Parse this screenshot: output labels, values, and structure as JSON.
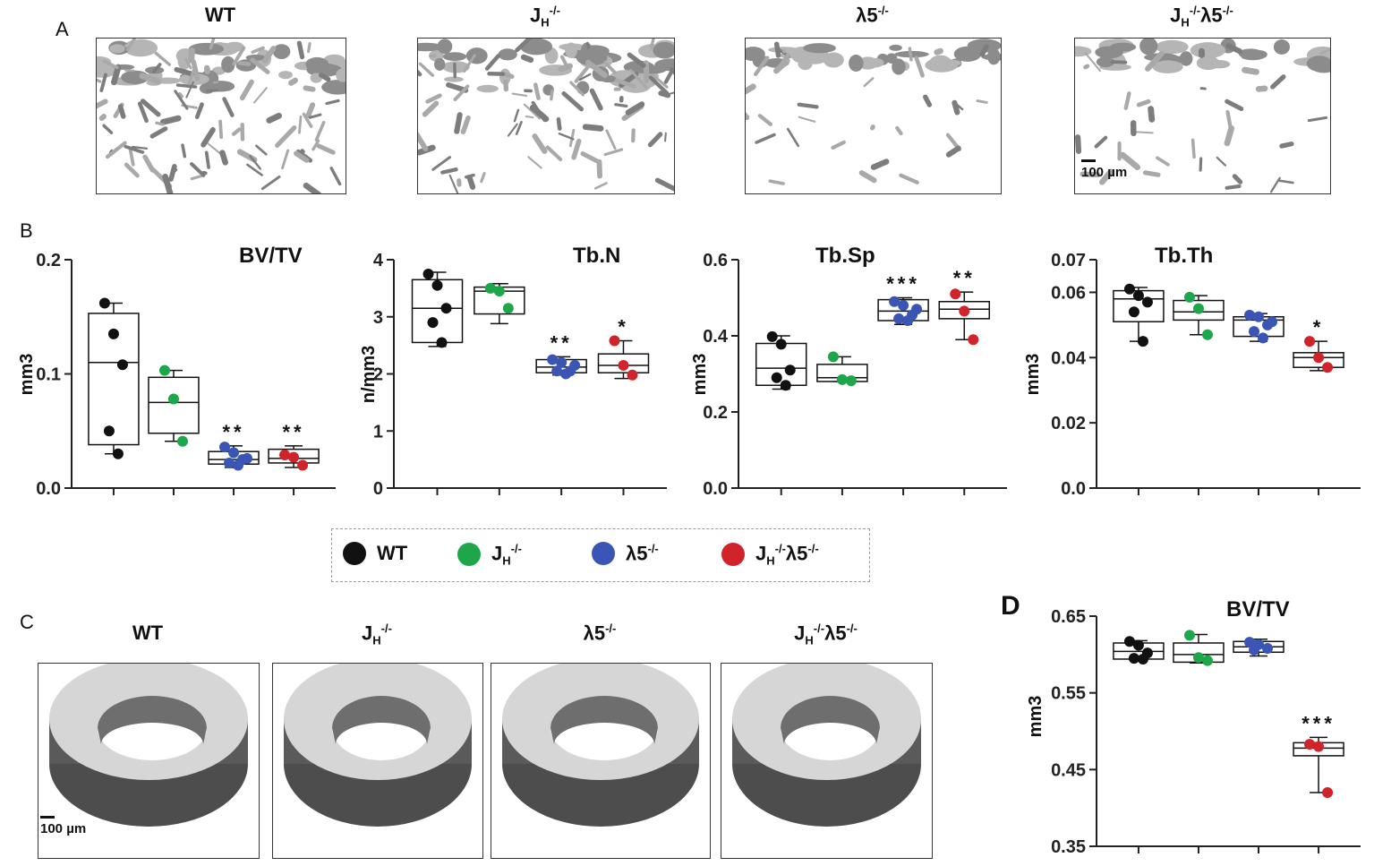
{
  "panels": {
    "A": "A",
    "B": "B",
    "C": "C",
    "D": "D"
  },
  "groups": [
    {
      "key": "WT",
      "base": "WT",
      "sub": "",
      "sup": "",
      "tail": "",
      "color": "#111111"
    },
    {
      "key": "JH",
      "base": "J",
      "sub": "H",
      "sup": "-/-",
      "tail": "",
      "color": "#1ea64a"
    },
    {
      "key": "L5",
      "base": "λ5",
      "sub": "",
      "sup": "-/-",
      "tail": "",
      "color": "#3a55b4"
    },
    {
      "key": "JHL5",
      "base": "J",
      "sub": "H",
      "sup": "-/-",
      "tail": "λ5",
      "tail_sup": "-/-",
      "color": "#d0232a"
    }
  ],
  "scale_bar_a": "100 µm",
  "scale_bar_c": "100 µm",
  "chart_data": [
    {
      "type": "box",
      "title": "BV/TV",
      "ylabel": "mm3",
      "ylim": [
        0,
        0.2
      ],
      "yticks": [
        "0.0",
        "0.1",
        "0.2"
      ],
      "ytick_values": [
        0,
        0.1,
        0.2
      ],
      "series": [
        {
          "name": "WT",
          "points": [
            0.162,
            0.135,
            0.108,
            0.05,
            0.03
          ],
          "box": [
            0.038,
            0.11,
            0.153
          ],
          "whisker": [
            0.03,
            0.162
          ],
          "sig": ""
        },
        {
          "name": "JH",
          "points": [
            0.103,
            0.078,
            0.041
          ],
          "box": [
            0.048,
            0.075,
            0.097
          ],
          "whisker": [
            0.041,
            0.103
          ],
          "sig": ""
        },
        {
          "name": "L5",
          "points": [
            0.036,
            0.031,
            0.025,
            0.022,
            0.02,
            0.026
          ],
          "box": [
            0.021,
            0.025,
            0.032
          ],
          "whisker": [
            0.018,
            0.037
          ],
          "sig": "**"
        },
        {
          "name": "JHL5",
          "points": [
            0.029,
            0.027,
            0.02
          ],
          "box": [
            0.022,
            0.026,
            0.034
          ],
          "whisker": [
            0.018,
            0.037
          ],
          "sig": "**"
        }
      ]
    },
    {
      "type": "box",
      "title": "Tb.N",
      "ylabel": "n/mm3",
      "ylim": [
        0,
        4
      ],
      "yticks": [
        "0",
        "1",
        "2",
        "3",
        "4"
      ],
      "ytick_values": [
        0,
        1,
        2,
        3,
        4
      ],
      "series": [
        {
          "name": "WT",
          "points": [
            3.75,
            3.55,
            3.15,
            2.9,
            2.55
          ],
          "box": [
            2.55,
            3.15,
            3.65
          ],
          "whisker": [
            2.48,
            3.78
          ],
          "sig": ""
        },
        {
          "name": "JH",
          "points": [
            3.5,
            3.45,
            3.15
          ],
          "box": [
            3.05,
            3.45,
            3.52
          ],
          "whisker": [
            2.88,
            3.58
          ],
          "sig": ""
        },
        {
          "name": "L5",
          "points": [
            2.25,
            2.2,
            2.05,
            2.05,
            2.0,
            2.15
          ],
          "box": [
            2.02,
            2.12,
            2.25
          ],
          "whisker": [
            1.98,
            2.3
          ],
          "sig": "**"
        },
        {
          "name": "JHL5",
          "points": [
            2.58,
            2.15,
            1.98
          ],
          "box": [
            2.02,
            2.15,
            2.35
          ],
          "whisker": [
            1.92,
            2.58
          ],
          "sig": "*"
        }
      ]
    },
    {
      "type": "box",
      "title": "Tb.Sp",
      "ylabel": "mm3",
      "ylim": [
        0,
        0.6
      ],
      "yticks": [
        "0.0",
        "0.2",
        "0.4",
        "0.6"
      ],
      "ytick_values": [
        0,
        0.2,
        0.4,
        0.6
      ],
      "series": [
        {
          "name": "WT",
          "points": [
            0.398,
            0.378,
            0.31,
            0.29,
            0.27
          ],
          "box": [
            0.27,
            0.315,
            0.38
          ],
          "whisker": [
            0.26,
            0.4
          ],
          "sig": ""
        },
        {
          "name": "JH",
          "points": [
            0.345,
            0.285,
            0.282
          ],
          "box": [
            0.28,
            0.29,
            0.325
          ],
          "whisker": [
            0.28,
            0.345
          ],
          "sig": ""
        },
        {
          "name": "L5",
          "points": [
            0.49,
            0.48,
            0.455,
            0.445,
            0.44,
            0.47
          ],
          "box": [
            0.44,
            0.465,
            0.495
          ],
          "whisker": [
            0.43,
            0.5
          ],
          "sig": "***"
        },
        {
          "name": "JHL5",
          "points": [
            0.51,
            0.465,
            0.39
          ],
          "box": [
            0.445,
            0.47,
            0.49
          ],
          "whisker": [
            0.39,
            0.515
          ],
          "sig": "**"
        }
      ]
    },
    {
      "type": "box",
      "title": "Tb.Th",
      "ylabel": "mm3",
      "ylim": [
        0,
        0.07
      ],
      "yticks": [
        "0.0",
        "0.02",
        "0.04",
        "0.06",
        "0.07"
      ],
      "ytick_values": [
        0,
        0.02,
        0.04,
        0.06,
        0.07
      ],
      "series": [
        {
          "name": "WT",
          "points": [
            0.061,
            0.059,
            0.057,
            0.054,
            0.045
          ],
          "box": [
            0.051,
            0.058,
            0.0605
          ],
          "whisker": [
            0.045,
            0.0615
          ],
          "sig": ""
        },
        {
          "name": "JH",
          "points": [
            0.0585,
            0.055,
            0.047
          ],
          "box": [
            0.0515,
            0.054,
            0.0575
          ],
          "whisker": [
            0.047,
            0.059
          ],
          "sig": ""
        },
        {
          "name": "L5",
          "points": [
            0.053,
            0.0525,
            0.05,
            0.048,
            0.046,
            0.051
          ],
          "box": [
            0.0465,
            0.0515,
            0.0525
          ],
          "whisker": [
            0.045,
            0.0535
          ],
          "sig": ""
        },
        {
          "name": "JHL5",
          "points": [
            0.045,
            0.04,
            0.037
          ],
          "box": [
            0.037,
            0.04,
            0.0415
          ],
          "whisker": [
            0.036,
            0.045
          ],
          "sig": "*"
        }
      ]
    },
    {
      "type": "box",
      "title": "BV/TV",
      "ylabel": "mm3",
      "ylim": [
        0.35,
        0.65
      ],
      "yticks": [
        "0.35",
        "0.45",
        "0.55",
        "0.65"
      ],
      "ytick_values": [
        0.35,
        0.45,
        0.55,
        0.65
      ],
      "series": [
        {
          "name": "WT",
          "points": [
            0.617,
            0.612,
            0.602,
            0.595,
            0.594
          ],
          "box": [
            0.594,
            0.604,
            0.615
          ],
          "whisker": [
            0.592,
            0.618
          ],
          "sig": ""
        },
        {
          "name": "JH",
          "points": [
            0.625,
            0.596,
            0.592
          ],
          "box": [
            0.59,
            0.6,
            0.615
          ],
          "whisker": [
            0.589,
            0.626
          ],
          "sig": ""
        },
        {
          "name": "L5",
          "points": [
            0.616,
            0.613,
            0.608,
            0.606
          ],
          "box": [
            0.603,
            0.61,
            0.617
          ],
          "whisker": [
            0.598,
            0.62
          ],
          "sig": ""
        },
        {
          "name": "JHL5",
          "points": [
            0.483,
            0.48,
            0.42
          ],
          "box": [
            0.468,
            0.478,
            0.485
          ],
          "whisker": [
            0.42,
            0.492
          ],
          "sig": "***"
        }
      ]
    }
  ]
}
